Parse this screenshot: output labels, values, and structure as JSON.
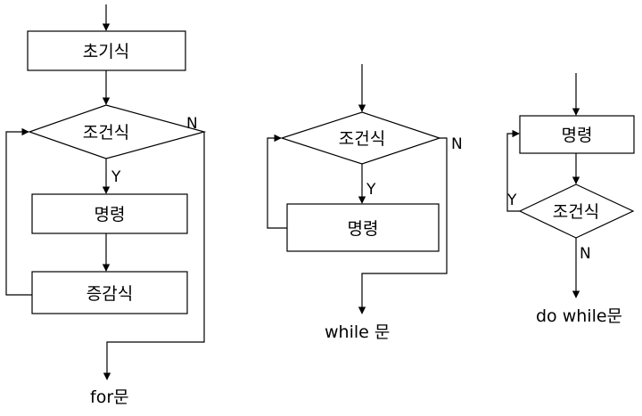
{
  "for_loop": {
    "init": "초기식",
    "condition": "조건식",
    "statement": "명령",
    "increment": "증감식",
    "yes": "Y",
    "no": "N",
    "caption": "for문"
  },
  "while_loop": {
    "condition": "조건식",
    "statement": "명령",
    "yes": "Y",
    "no": "N",
    "caption": "while 문"
  },
  "do_while_loop": {
    "statement": "명령",
    "condition": "조건식",
    "yes": "Y",
    "no": "N",
    "caption": "do while문"
  }
}
